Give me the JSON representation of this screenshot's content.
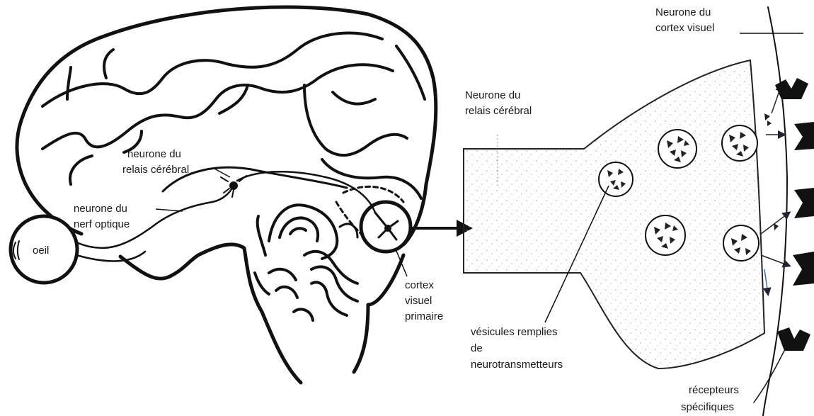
{
  "labels": {
    "oeil": "oeil",
    "neurone_nerf_optique": [
      "neurone du",
      "nerf optique"
    ],
    "neurone_relais_left": [
      "neurone du",
      "relais cérébral"
    ],
    "cortex_visuel_primaire": [
      "cortex",
      "visuel",
      "primaire"
    ],
    "neurone_relais_right": [
      "Neurone du",
      "relais cérébral"
    ],
    "neurone_cortex_visuel": [
      "Neurone du",
      "cortex visuel"
    ],
    "vesicules": [
      "vésicules remplies",
      "de",
      "neurotransmetteurs"
    ],
    "recepteurs": [
      "récepteurs",
      "spécifiques"
    ]
  }
}
